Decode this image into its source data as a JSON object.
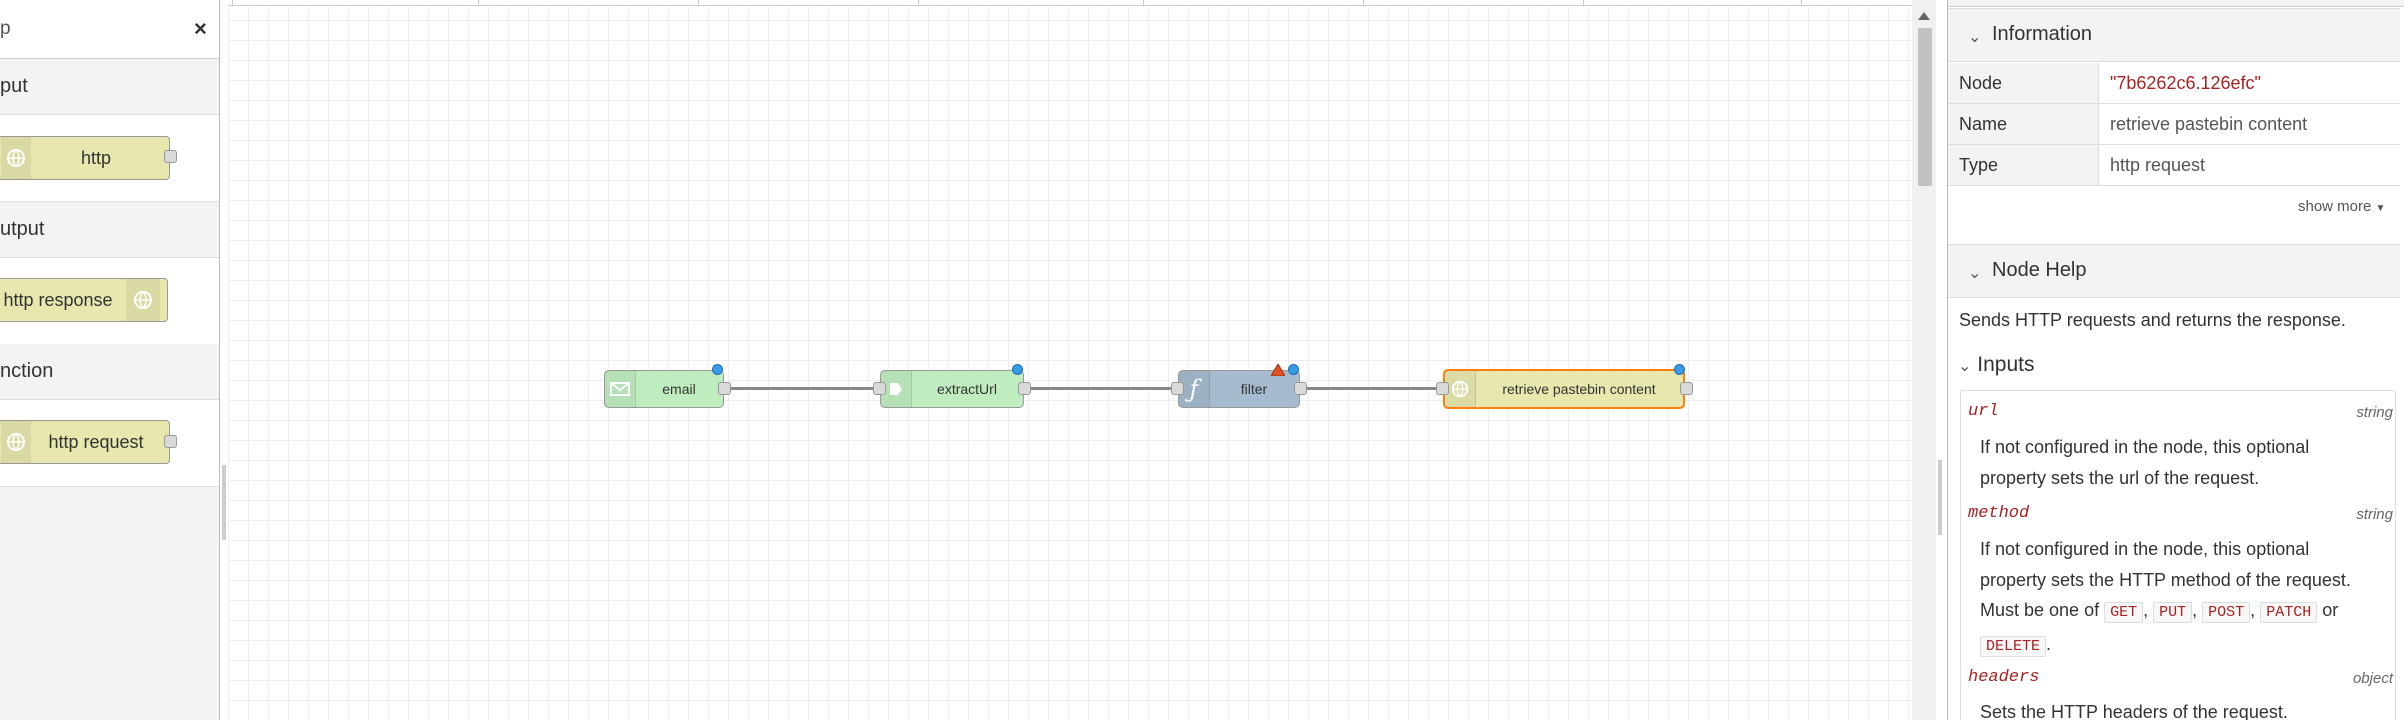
{
  "palette": {
    "search_text": "p",
    "clear_glyph": "×",
    "categories": [
      {
        "label": "put",
        "node": {
          "label": "http",
          "icon": "globe-icon"
        }
      },
      {
        "label": "utput",
        "node": {
          "label": "http response",
          "icon": "globe-icon"
        }
      },
      {
        "label": "nction",
        "node": {
          "label": "http request",
          "icon": "globe-icon"
        }
      }
    ]
  },
  "flow": {
    "nodes": [
      {
        "label": "email",
        "icon": "envelope-icon",
        "color": "#c0deed"
      },
      {
        "label": "extractUrl",
        "icon": "function-icon",
        "color": "#c0edc0"
      },
      {
        "label": "filter",
        "icon": "function-icon",
        "color": "#a6bbcf"
      },
      {
        "label": "retrieve pastebin content",
        "icon": "globe-icon",
        "color": "#e7e7ae"
      }
    ],
    "function_glyph": "ƒ"
  },
  "sidebar": {
    "information": {
      "title": "Information",
      "rows": [
        {
          "key": "Node",
          "value": "\"7b6262c6.126efc\""
        },
        {
          "key": "Name",
          "value": "retrieve pastebin content"
        },
        {
          "key": "Type",
          "value": "http request"
        }
      ],
      "show_more": "show more"
    },
    "help": {
      "title": "Node Help",
      "description": "Sends HTTP requests and returns the response.",
      "inputs_title": "Inputs",
      "props": [
        {
          "name": "url",
          "type": "string",
          "desc": "If not configured in the node, this optional property sets the url of the request."
        },
        {
          "name": "method",
          "type": "string",
          "desc_before": "If not configured in the node, this optional property sets the HTTP method of the request. Must be one of",
          "codes": [
            "GET",
            "PUT",
            "POST",
            "PATCH",
            "DELETE"
          ],
          "or_word": "or"
        },
        {
          "name": "headers",
          "type": "object",
          "desc": "Sets the HTTP headers of the request."
        }
      ]
    }
  },
  "colors": {
    "node_green": "#c0edc0",
    "node_blue": "#a6bbcf",
    "node_yellow": "#e7e7ae",
    "selection": "#ff7f0e",
    "changed_dot": "#3a9ce8",
    "warning": "#e05020"
  }
}
